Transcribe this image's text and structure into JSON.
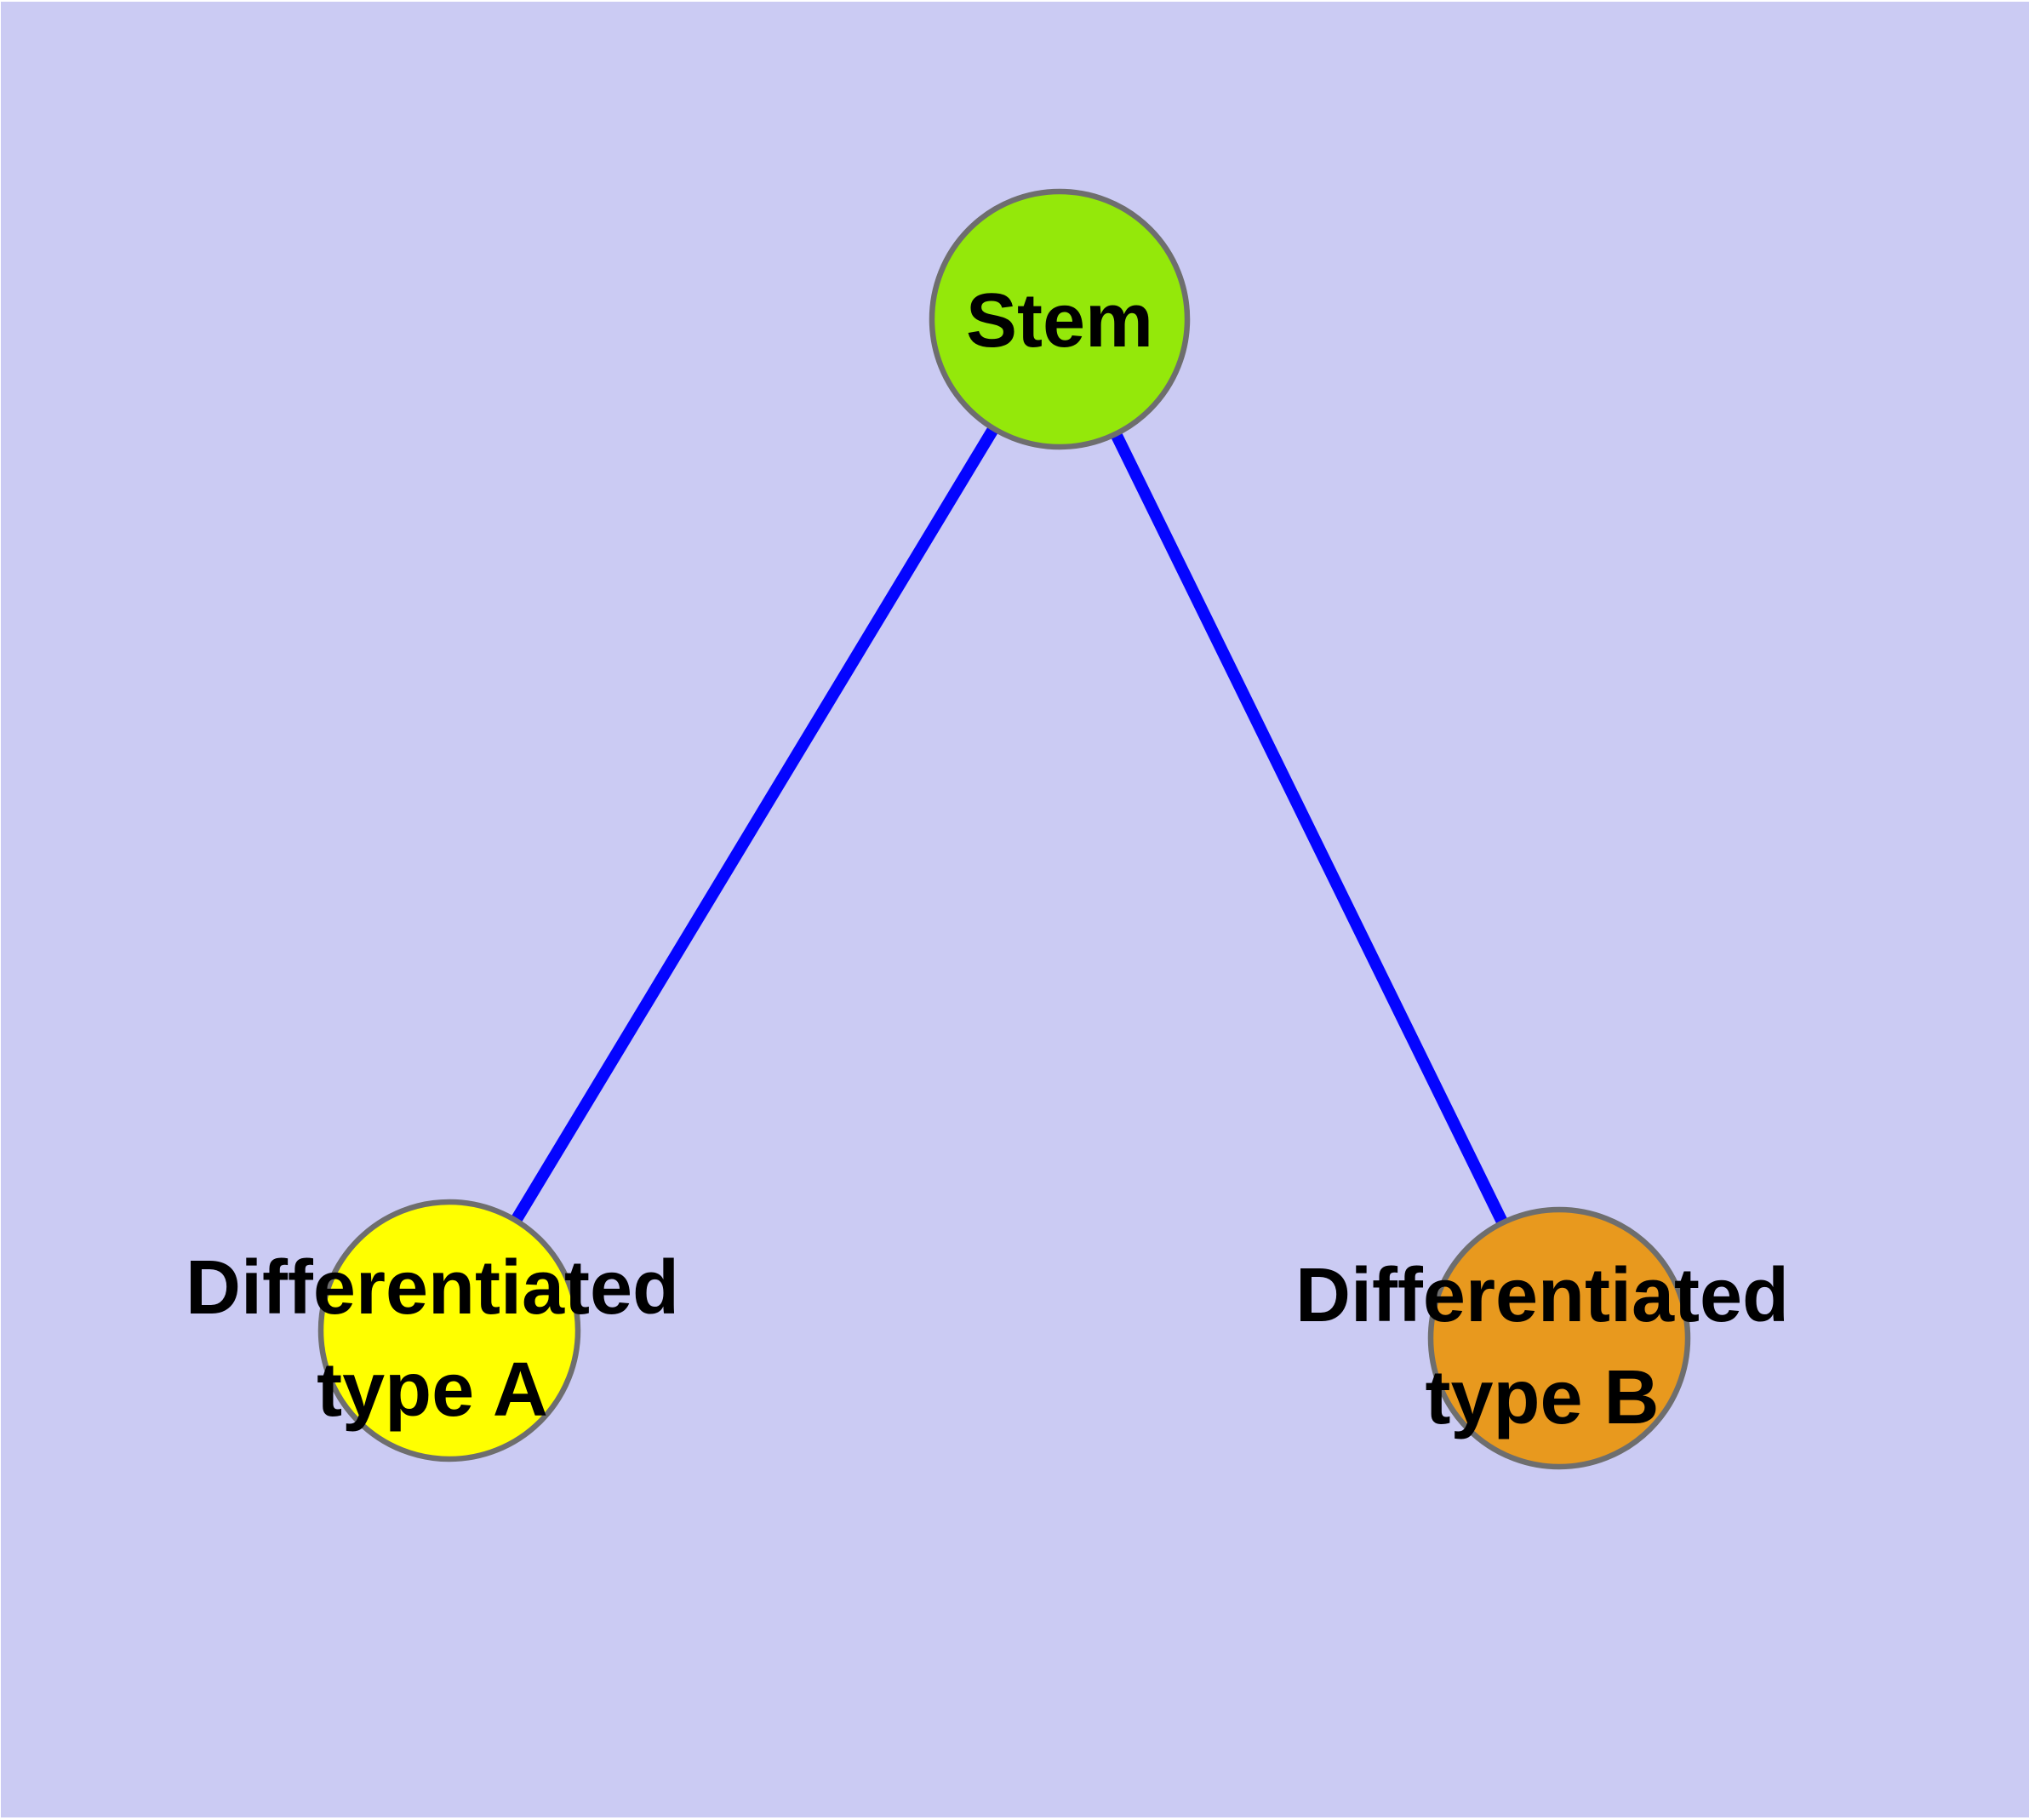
{
  "diagram": {
    "background_color": "#CBCBF3",
    "page_margin_color": "#FFFFFF",
    "edge_color": "#0404FF",
    "node_border_color": "#6E6E6E",
    "text_color": "#000000",
    "nodes": [
      {
        "id": "stem",
        "label": "Stem",
        "color": "#94E80A"
      },
      {
        "id": "differentiated-type-a",
        "label": "Differentiated type A",
        "line1": "Differentiated",
        "line2": "type A",
        "color": "#FFFF00"
      },
      {
        "id": "differentiated-type-b",
        "label": "Differentiated type B",
        "line1": "Differentiated",
        "line2": "type B",
        "color": "#E8991E"
      }
    ],
    "edges": [
      {
        "from": "stem",
        "to": "differentiated-type-a"
      },
      {
        "from": "stem",
        "to": "differentiated-type-b"
      }
    ]
  }
}
